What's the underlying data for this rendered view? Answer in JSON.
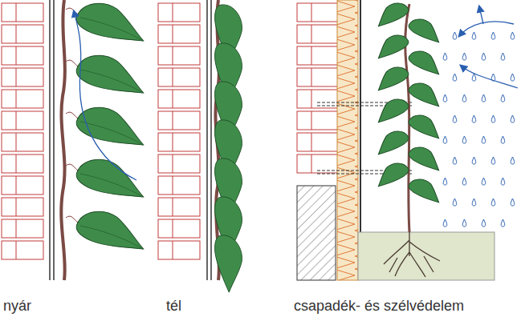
{
  "diagram": {
    "labels": [
      "nyár",
      "tél",
      "csapadék- és szélvédelem"
    ]
  }
}
